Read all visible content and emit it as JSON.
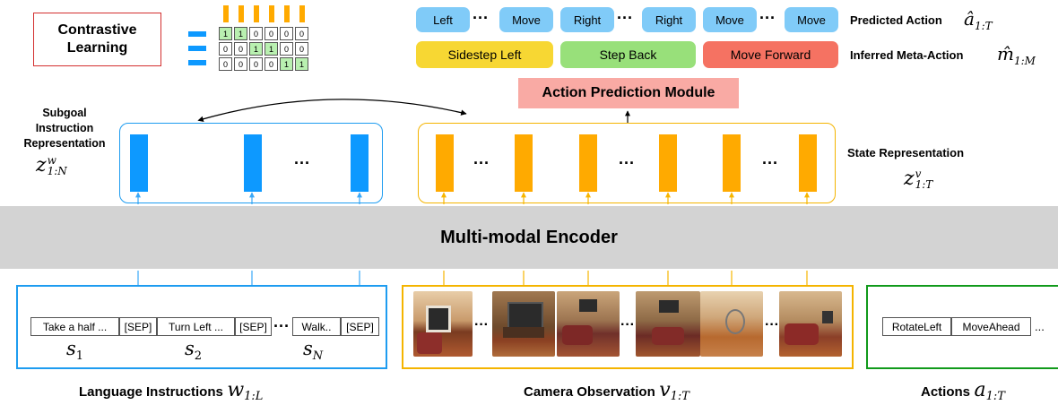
{
  "contrastive": {
    "label_line1": "Contrastive",
    "label_line2": "Learning"
  },
  "matrix": {
    "rows": [
      [
        "1",
        "1",
        "0",
        "0",
        "0",
        "0"
      ],
      [
        "0",
        "0",
        "1",
        "1",
        "0",
        "0"
      ],
      [
        "0",
        "0",
        "0",
        "0",
        "1",
        "1"
      ]
    ],
    "highlight_color": "#b9f0b0"
  },
  "predicted_actions": [
    "Left",
    "Move",
    "Right",
    "Right",
    "Move",
    "Move"
  ],
  "ellipsis": "···",
  "predicted_label": "Predicted Action",
  "predicted_symbol": "â",
  "predicted_sub": "1:T",
  "meta_actions": [
    "Sidestep Left",
    "Step Back",
    "Move Forward"
  ],
  "meta_label": "Inferred Meta-Action",
  "meta_symbol": "m̂",
  "meta_sub": "1:M",
  "apm_label": "Action Prediction Module",
  "subgoal": {
    "line1": "Subgoal",
    "line2": "Instruction",
    "line3": "Representation",
    "symbol": "z",
    "sup": "w",
    "sub": "1:N"
  },
  "state": {
    "label": "State Representation",
    "symbol": "z",
    "sup": "v",
    "sub": "1:T"
  },
  "encoder_label": "Multi-modal Encoder",
  "instruction_tokens": [
    "Take a half ...",
    "[SEP]",
    "Turn Left ...",
    "[SEP]",
    "Walk..",
    "[SEP]"
  ],
  "s_labels": [
    {
      "sym": "s",
      "sub": "1"
    },
    {
      "sym": "s",
      "sub": "2"
    },
    {
      "sym": "s",
      "sub": "N"
    }
  ],
  "action_tokens": [
    "RotateLeft",
    "MoveAhead",
    "..."
  ],
  "bottom": {
    "lang_label": "Language Instructions",
    "lang_sym": "w",
    "lang_sub": "1:L",
    "cam_label": "Camera Observation",
    "cam_sym": "v",
    "cam_sub": "1:T",
    "act_label": "Actions",
    "act_sym": "a",
    "act_sub": "1:T"
  },
  "colors": {
    "blue": "#0d99ff",
    "orange": "#ffaa00",
    "light_blue": "#80cbf8",
    "yellow": "#f7d733",
    "green": "#98e07a",
    "red": "#f57262",
    "pink": "#f9aaa4",
    "gray": "#d3d3d3",
    "green_border": "#119a1b",
    "blue_border": "#1e9cf0",
    "orange_border": "#f4b400",
    "red_border": "#d32f2f"
  }
}
